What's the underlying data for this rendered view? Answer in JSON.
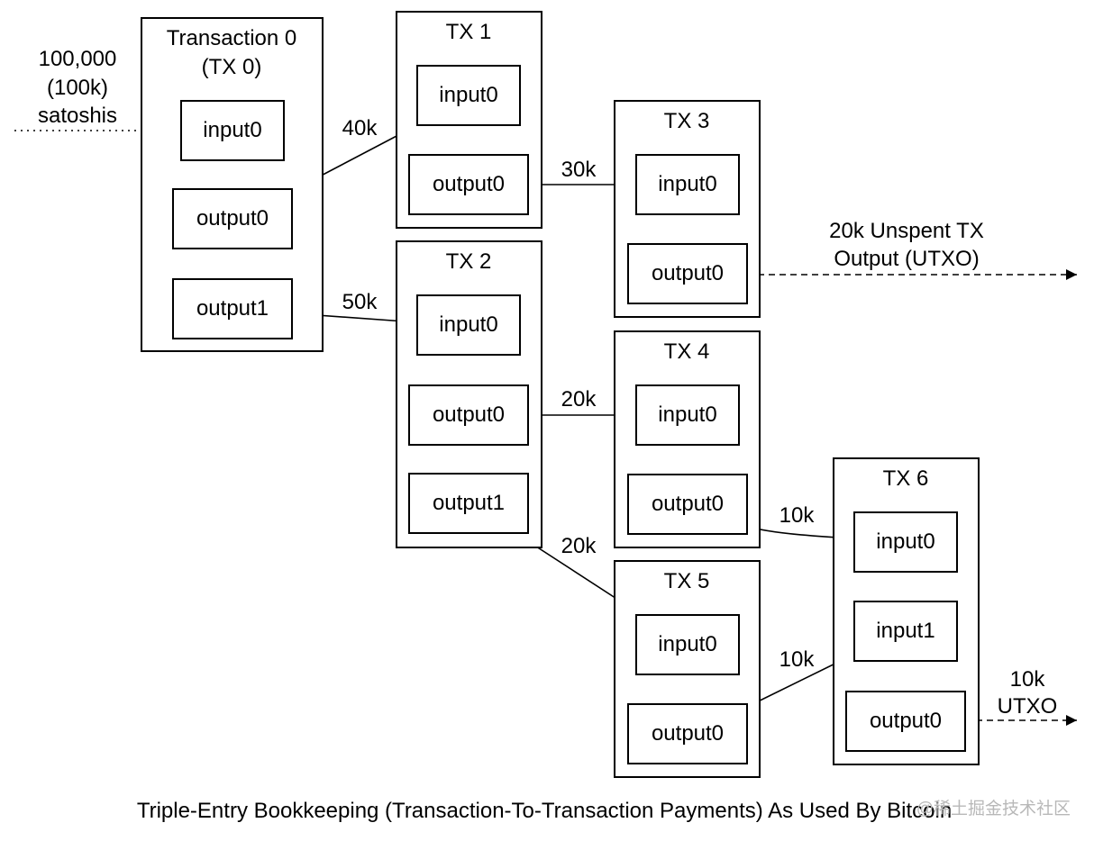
{
  "diagram": {
    "source_note": [
      "100,000",
      "(100k)",
      "satoshis"
    ],
    "transactions": [
      {
        "id": "tx0",
        "title": [
          "Transaction 0",
          "(TX 0)"
        ],
        "ports": [
          "input0",
          "output0",
          "output1"
        ]
      },
      {
        "id": "tx1",
        "title": [
          "TX 1"
        ],
        "ports": [
          "input0",
          "output0"
        ]
      },
      {
        "id": "tx2",
        "title": [
          "TX 2"
        ],
        "ports": [
          "input0",
          "output0",
          "output1"
        ]
      },
      {
        "id": "tx3",
        "title": [
          "TX 3"
        ],
        "ports": [
          "input0",
          "output0"
        ]
      },
      {
        "id": "tx4",
        "title": [
          "TX 4"
        ],
        "ports": [
          "input0",
          "output0"
        ]
      },
      {
        "id": "tx5",
        "title": [
          "TX 5"
        ],
        "ports": [
          "input0",
          "output0"
        ]
      },
      {
        "id": "tx6",
        "title": [
          "TX 6"
        ],
        "ports": [
          "input0",
          "input1",
          "output0"
        ]
      }
    ],
    "edges": [
      {
        "from": "source",
        "to": "tx0.input0",
        "label": "",
        "style": "dotted"
      },
      {
        "from": "tx0.output0",
        "to": "tx1.input0",
        "label": "40k",
        "style": "solid"
      },
      {
        "from": "tx0.output1",
        "to": "tx2.input0",
        "label": "50k",
        "style": "solid"
      },
      {
        "from": "tx1.output0",
        "to": "tx3.input0",
        "label": "30k",
        "style": "solid"
      },
      {
        "from": "tx2.output0",
        "to": "tx4.input0",
        "label": "20k",
        "style": "solid"
      },
      {
        "from": "tx2.output1",
        "to": "tx5.input0",
        "label": "20k",
        "style": "solid"
      },
      {
        "from": "tx4.output0",
        "to": "tx6.input0",
        "label": "10k",
        "style": "solid"
      },
      {
        "from": "tx5.output0",
        "to": "tx6.input1",
        "label": "10k",
        "style": "solid"
      },
      {
        "from": "tx3.output0",
        "to": "utxo",
        "label": [
          "20k Unspent TX",
          "Output (UTXO)"
        ],
        "style": "dashed"
      },
      {
        "from": "tx6.output0",
        "to": "utxo",
        "label": [
          "10k",
          "UTXO"
        ],
        "style": "dashed"
      }
    ],
    "caption": "Triple-Entry Bookkeeping (Transaction-To-Transaction Payments) As Used By Bitcoin",
    "watermark": "@稀土掘金技术社区"
  }
}
